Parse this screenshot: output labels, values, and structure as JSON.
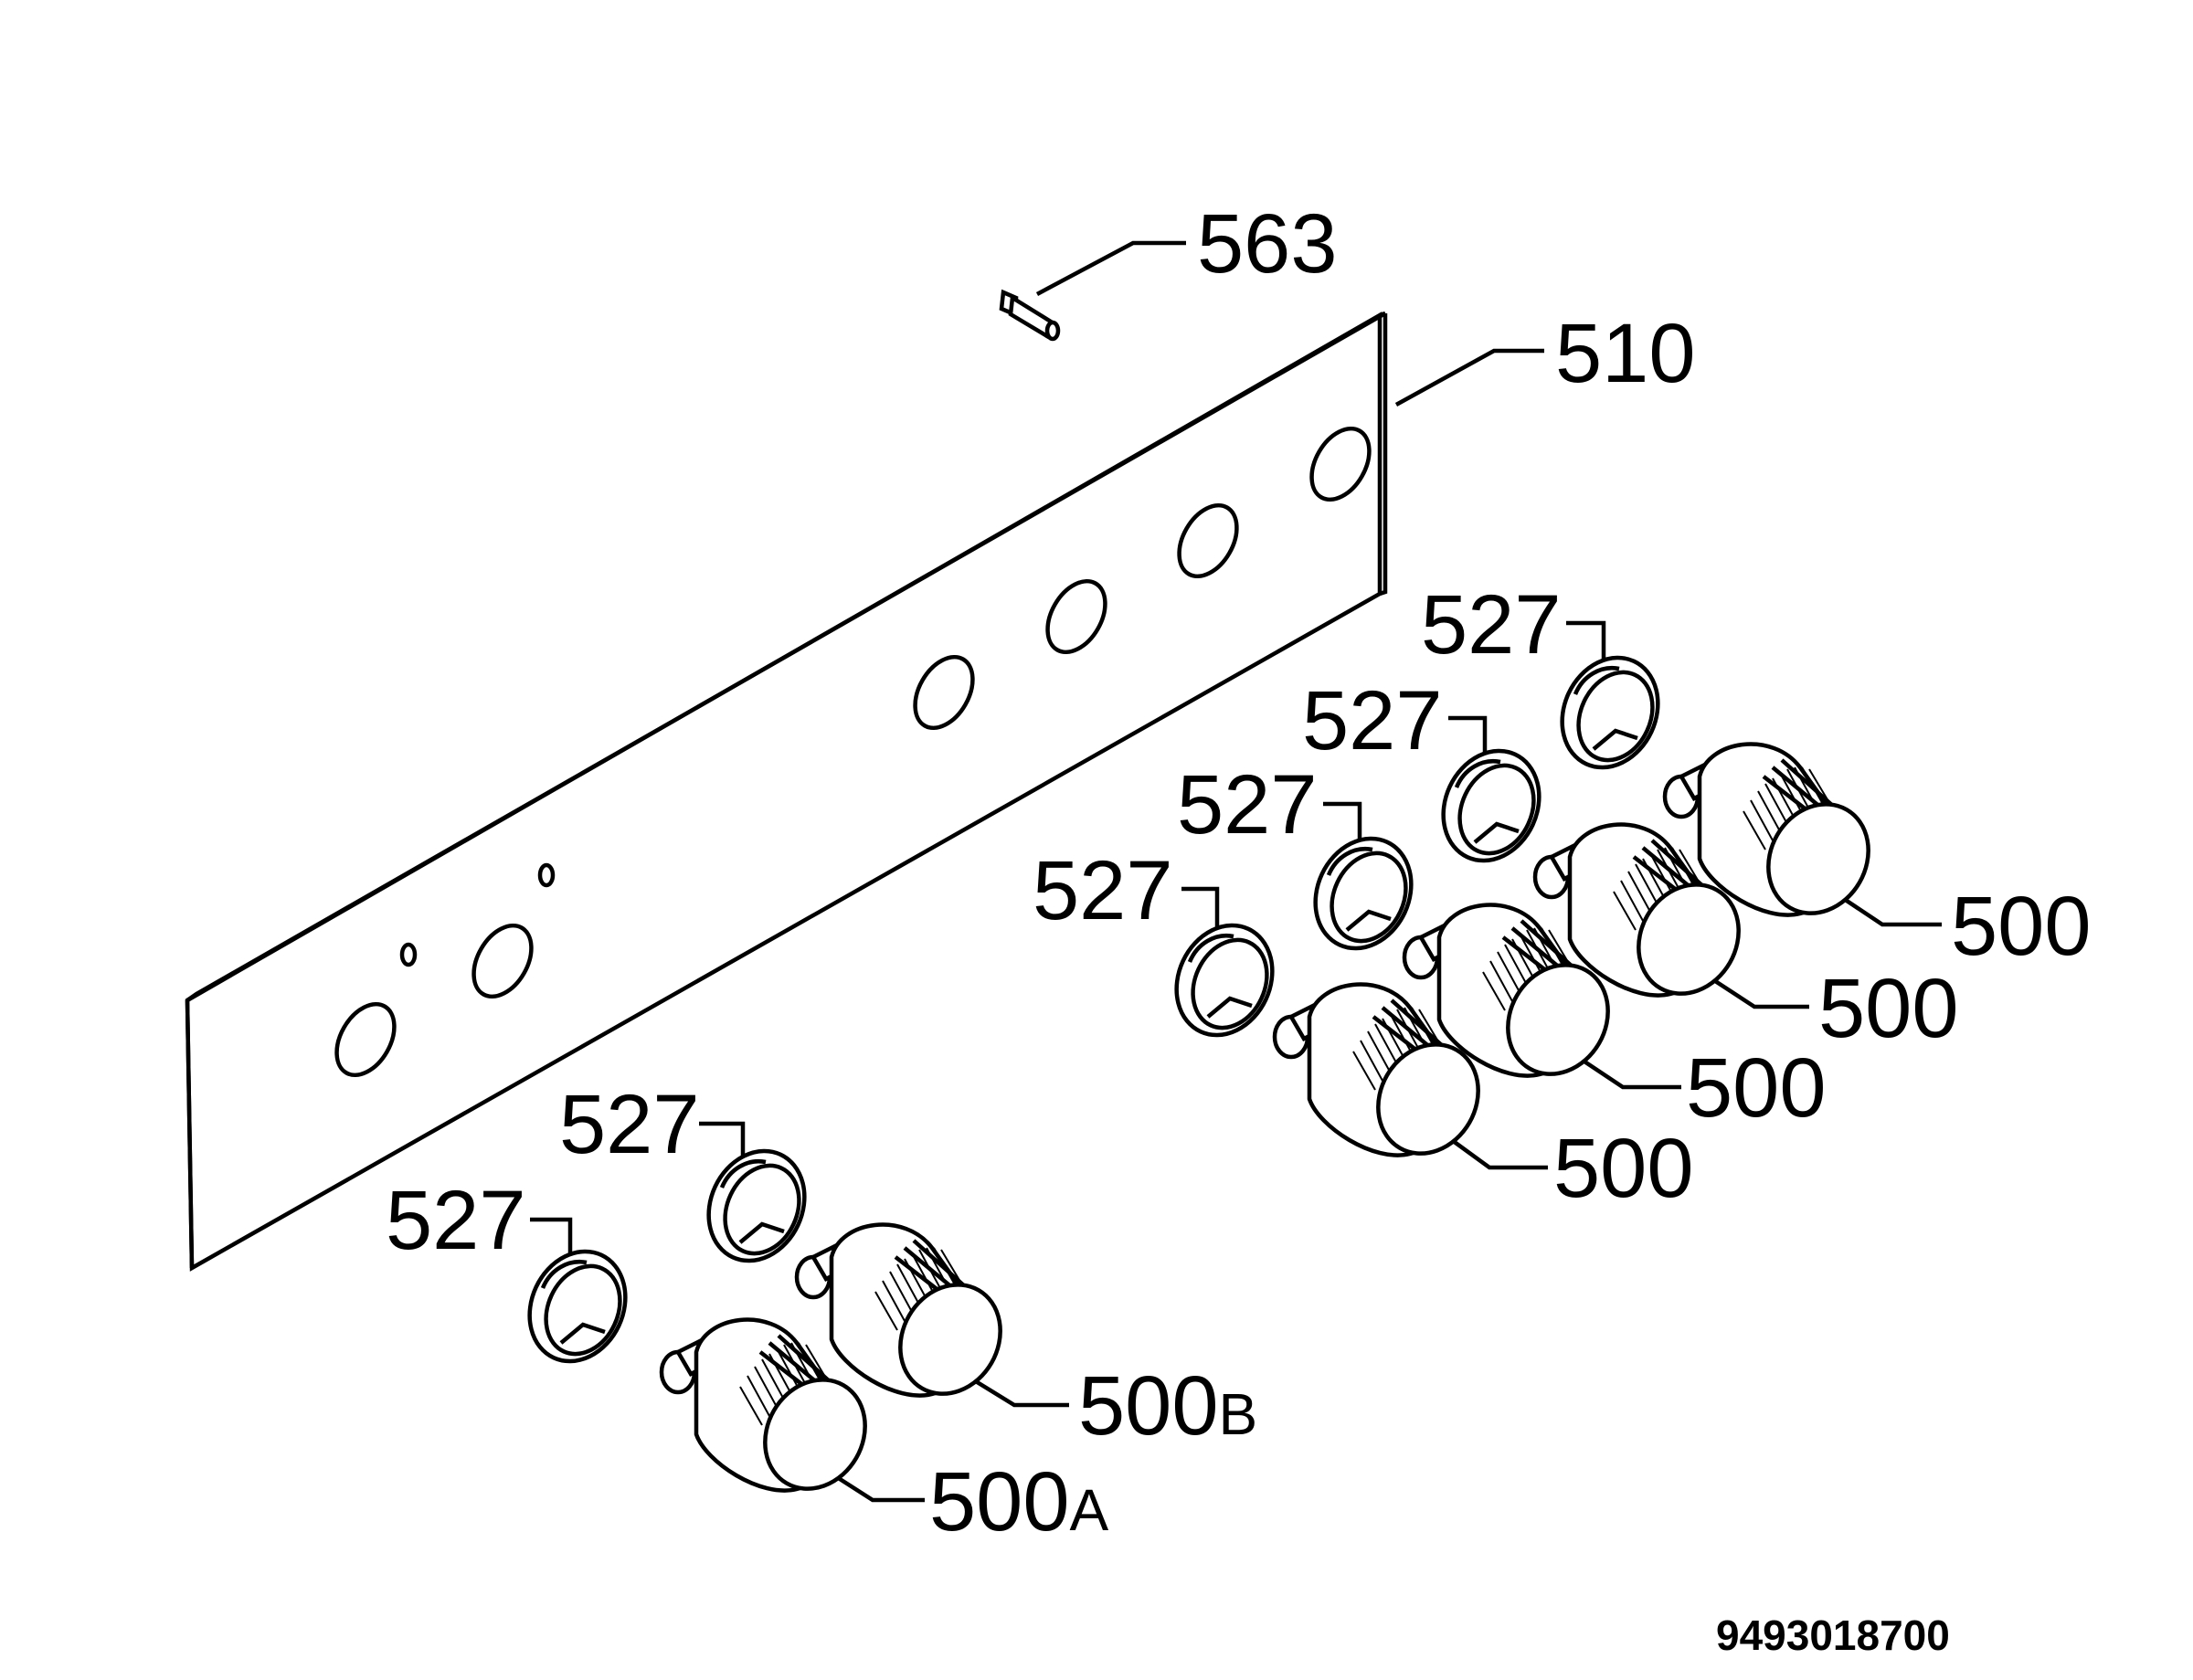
{
  "diagram": {
    "panel_label": "510",
    "screw_label": "563",
    "bezel_labels": [
      "527",
      "527",
      "527",
      "527",
      "527",
      "527"
    ],
    "knob_labels": [
      "500",
      "500",
      "500",
      "500"
    ],
    "knob_a": {
      "number": "500",
      "suffix": "A"
    },
    "knob_b": {
      "number": "500",
      "suffix": "B"
    },
    "document_number": "9493018700"
  }
}
